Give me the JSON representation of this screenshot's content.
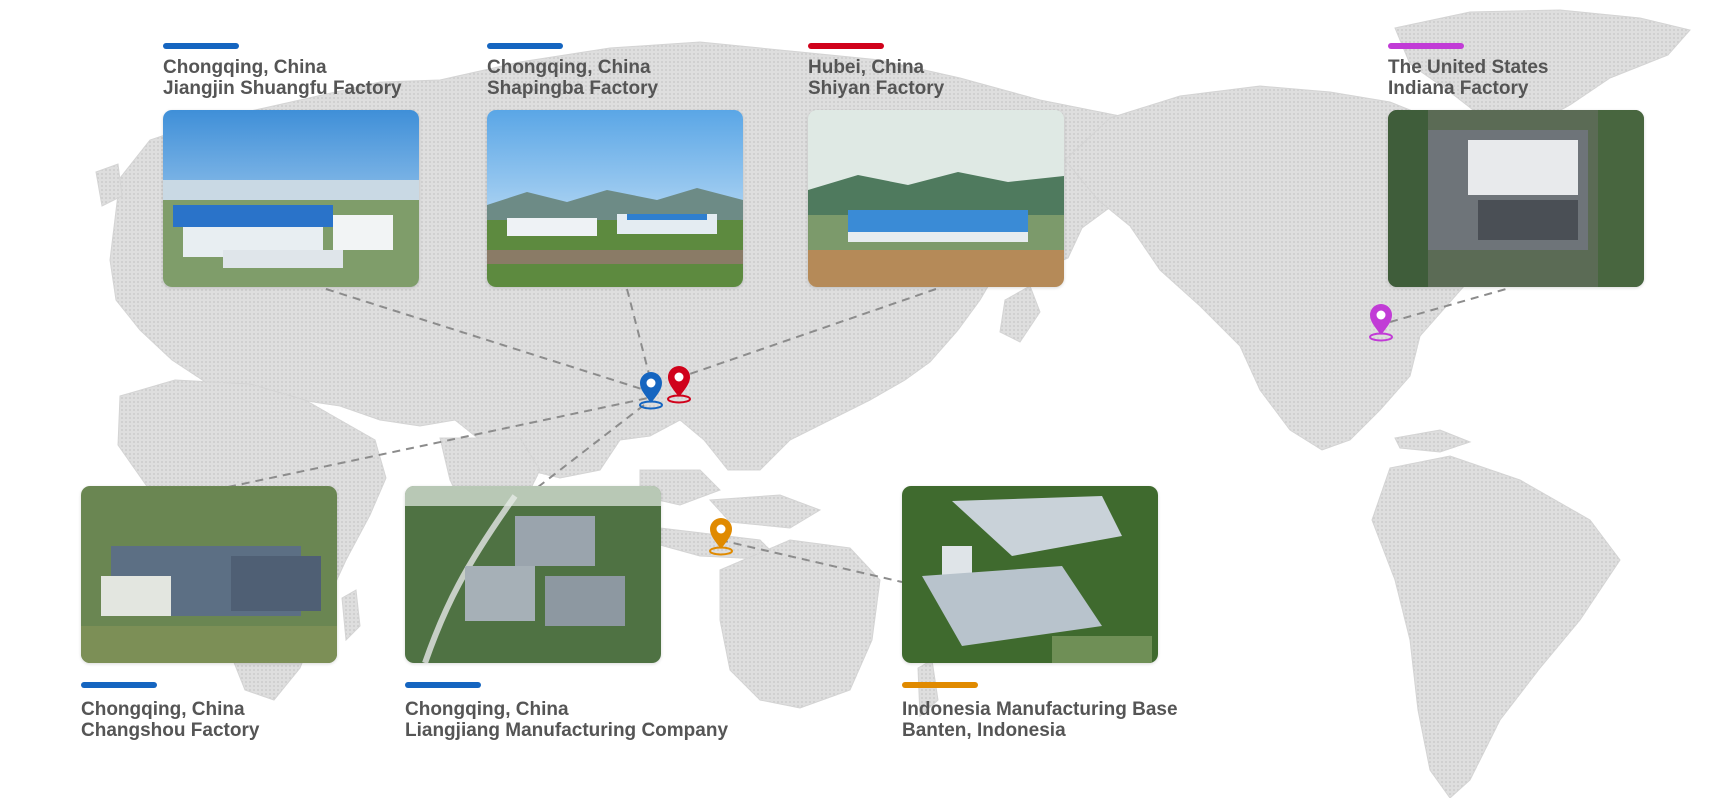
{
  "factories": [
    {
      "id": "jiangjin",
      "line1": "Chongqing, China",
      "line2": "Jiangjin Shuangfu Factory",
      "accent": "#1565c0"
    },
    {
      "id": "shapingba",
      "line1": "Chongqing, China",
      "line2": "Shapingba Factory",
      "accent": "#1565c0"
    },
    {
      "id": "shiyan",
      "line1": "Hubei, China",
      "line2": "Shiyan Factory",
      "accent": "#d0021b"
    },
    {
      "id": "indiana",
      "line1": "The United States",
      "line2": "Indiana Factory",
      "accent": "#c13bd6"
    },
    {
      "id": "changshou",
      "line1": "Chongqing, China",
      "line2": "Changshou Factory",
      "accent": "#1565c0"
    },
    {
      "id": "liangjiang",
      "line1": "Chongqing, China",
      "line2": "Liangjiang Manufacturing Company",
      "accent": "#1565c0"
    },
    {
      "id": "indonesia",
      "line1": "Indonesia Manufacturing Base",
      "line2": "Banten, Indonesia",
      "accent": "#e08a00"
    }
  ],
  "pins": [
    {
      "name": "chongqing-location-pin-icon",
      "color": "#1565c0"
    },
    {
      "name": "hubei-location-pin-icon",
      "color": "#d0021b"
    },
    {
      "name": "indonesia-location-pin-icon",
      "color": "#e08a00"
    },
    {
      "name": "indiana-location-pin-icon",
      "color": "#c13bd6"
    }
  ],
  "map": {
    "land_color": "#d9d9d9",
    "connector_color": "#8c8c8c"
  }
}
